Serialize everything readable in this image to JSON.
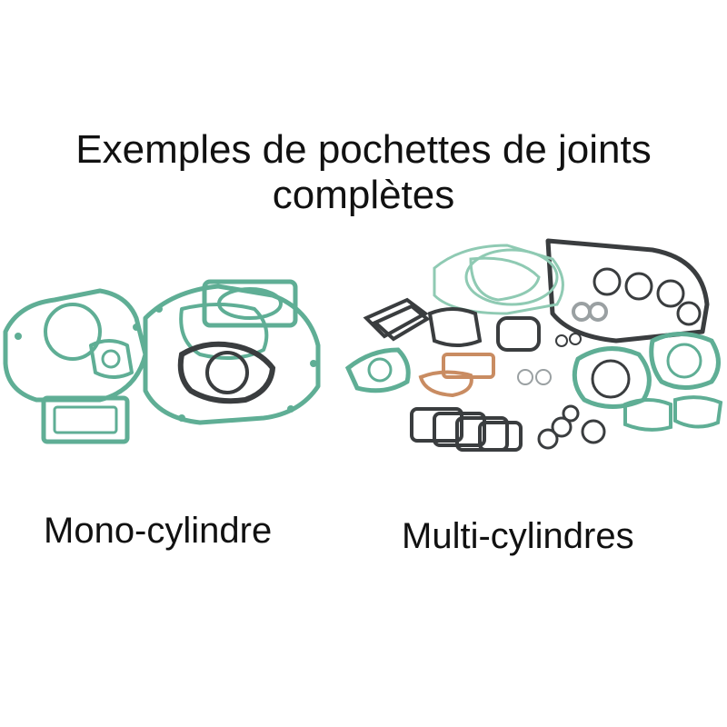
{
  "title": {
    "line1": "Exemples de pochettes de joints",
    "line2": "complètes"
  },
  "captions": {
    "mono": "Mono-cylindre",
    "multi": "Multi-cylindres"
  },
  "colors": {
    "gasket_green": "#5fae95",
    "gasket_green_light": "#8fcab3",
    "gasket_dark": "#3a3d3f",
    "gasket_copper": "#c98c62",
    "background": "#ffffff"
  }
}
